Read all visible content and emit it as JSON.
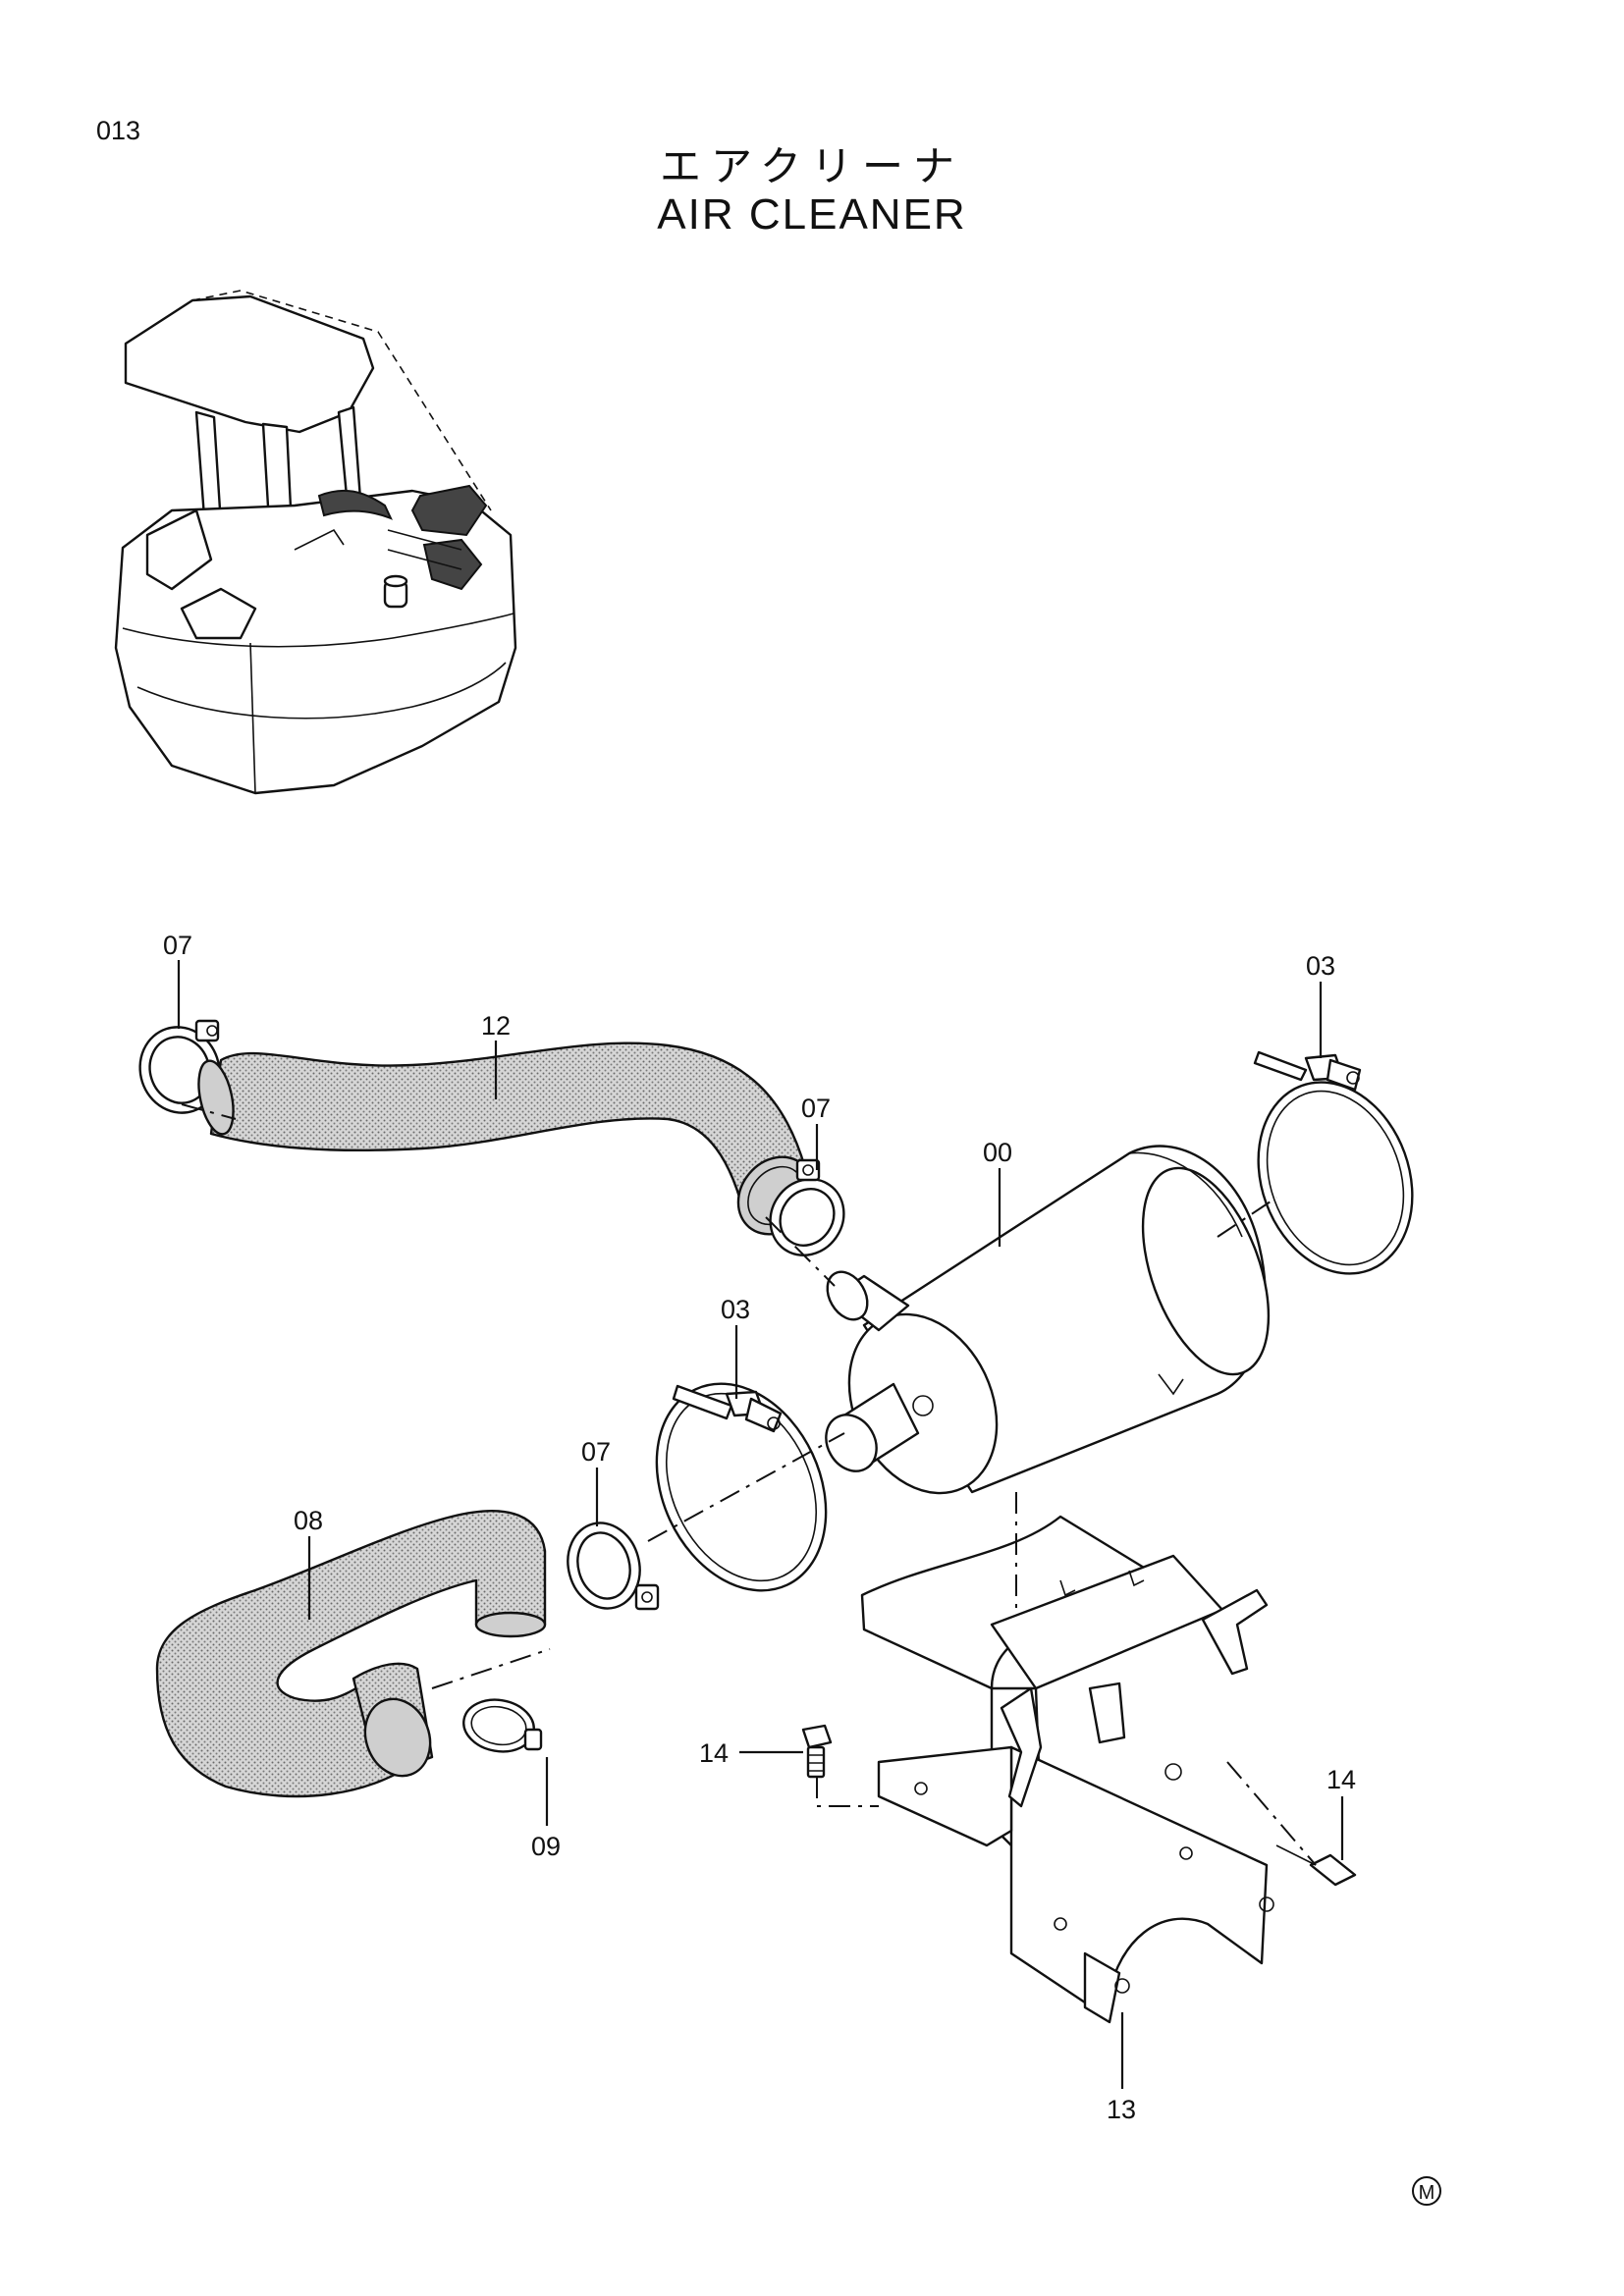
{
  "page": {
    "page_number": "013",
    "title_jp": "エアクリーナ",
    "title_en": "AIR CLEANER",
    "mark": "M"
  },
  "callouts": [
    "07",
    "12",
    "07",
    "00",
    "03",
    "03",
    "07",
    "08",
    "09",
    "14",
    "14",
    "13"
  ]
}
